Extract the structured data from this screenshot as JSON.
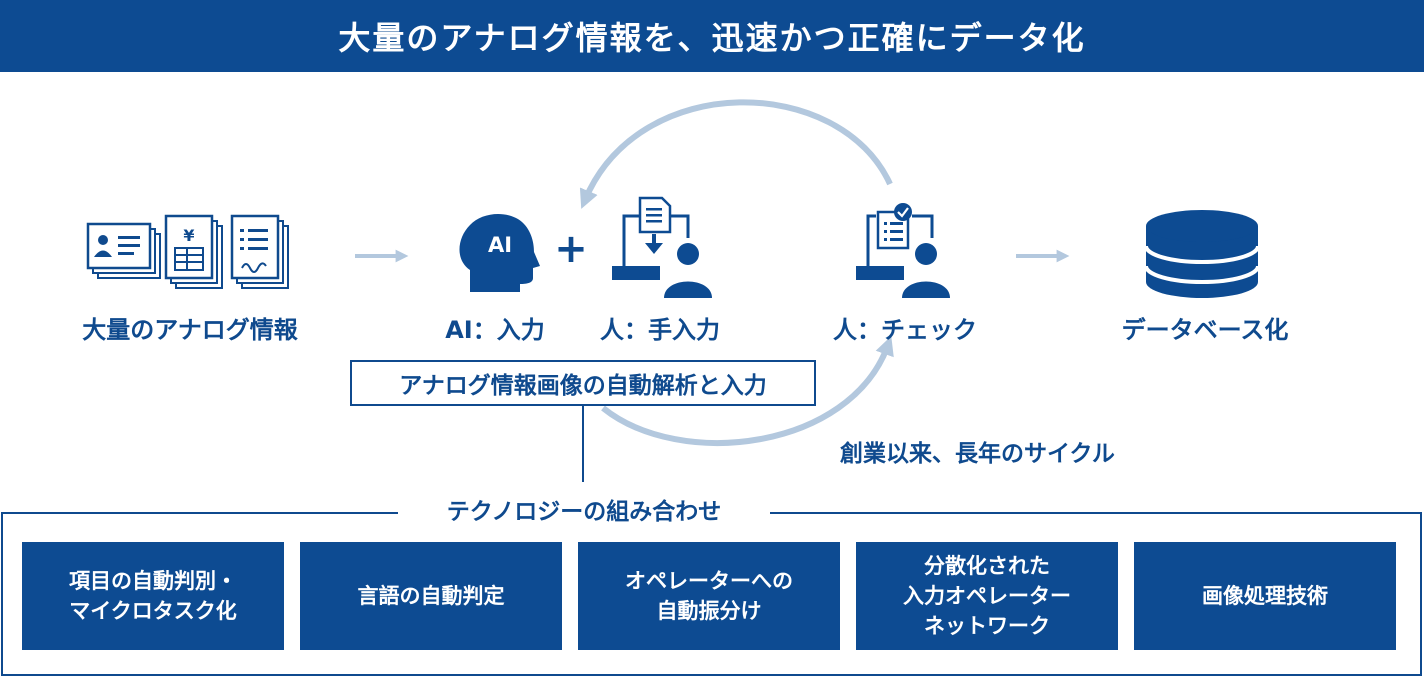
{
  "banner": {
    "title": "大量のアナログ情報を、迅速かつ正確にデータ化"
  },
  "flow": {
    "source_label": "大量のアナログ情報",
    "ai_label": "AI：入力",
    "ai_icon_text": "AI",
    "plus": "+",
    "human_input_label": "人：手入力",
    "check_label": "人：チェック",
    "database_label": "データベース化",
    "id_card_currency": "¥"
  },
  "analysis_box": {
    "text": "アナログ情報画像の自動解析と入力"
  },
  "cycle_note": "創業以来、長年のサイクル",
  "technologies": {
    "title": "テクノロジーの組み合わせ",
    "items": [
      "項目の自動判別・\nマイクロタスク化",
      "言語の自動判定",
      "オペレーターへの\n自動振分け",
      "分散化された\n入力オペレーター\nネットワーク",
      "画像処理技術"
    ]
  },
  "colors": {
    "primary": "#0d4b92",
    "arrow": "#b3c8de",
    "text": "#0f4a8e",
    "white": "#ffffff"
  }
}
